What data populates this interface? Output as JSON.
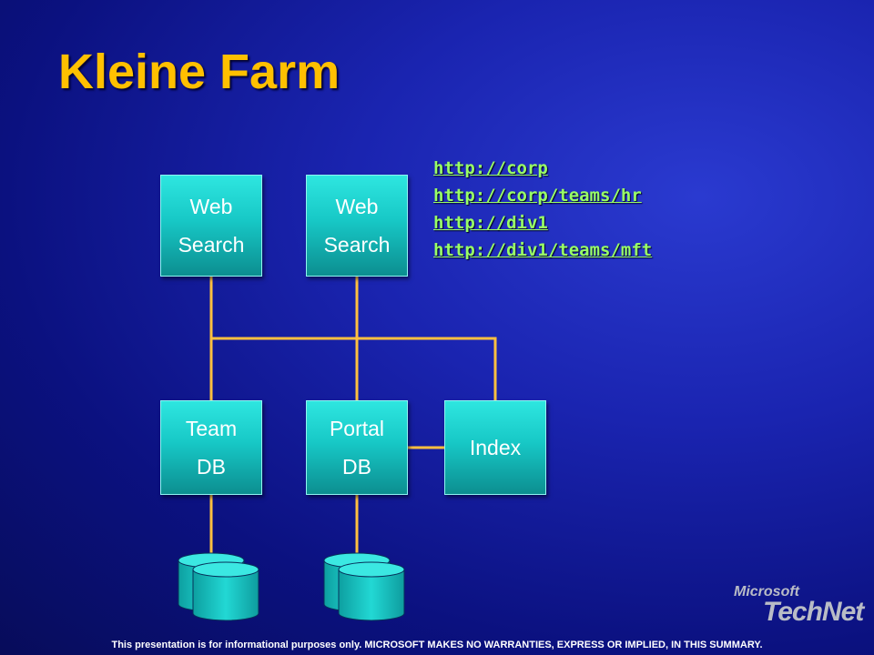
{
  "title": "Kleine Farm",
  "links": [
    "http://corp",
    "http://corp/teams/hr",
    "http://div1",
    "http://div1/teams/mft"
  ],
  "nodes": {
    "web1": [
      "Web",
      "Search"
    ],
    "web2": [
      "Web",
      "Search"
    ],
    "team_db": [
      "Team",
      "DB"
    ],
    "portal_db": [
      "Portal",
      "DB"
    ],
    "index": [
      "Index"
    ]
  },
  "footer": "This presentation is for informational purposes only. MICROSOFT MAKES NO WARRANTIES, EXPRESS OR IMPLIED, IN THIS SUMMARY.",
  "logo": {
    "brand": "Microsoft",
    "product": "TechNet"
  },
  "colors": {
    "title": "#ffc000",
    "link": "#99ff66",
    "node": "#17c8c6",
    "wire": "#ffc040"
  }
}
